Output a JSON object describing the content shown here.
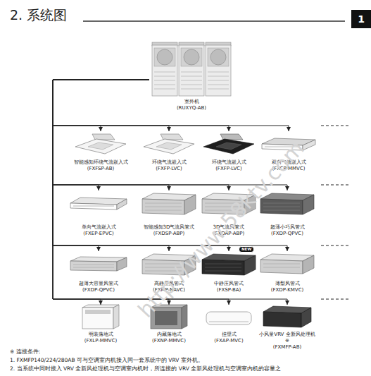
{
  "diagram": {
    "title": "2. 系统图",
    "nodes": [
      {
        "text": [
          "室外机",
          "(RUXYQ-AB)"
        ]
      },
      {
        "text": [
          "智能感知环绕气流嵌入式",
          "(FXFSP-AB)"
        ]
      },
      {
        "text": [
          "环绕气流嵌入式",
          "(FXFP-LVC)"
        ]
      },
      {
        "text": [
          "环绕气流嵌入式",
          "(FXFP-LVC)"
        ]
      },
      {
        "text": [
          "双向气流嵌入式",
          "(FXCP-MMVC)"
        ]
      },
      {
        "text": [
          "单向气流嵌入式",
          "(FXEP-EPVC)"
        ]
      },
      {
        "text": [
          "智能感知3D气流风管式",
          "(FXDSP-ABP)"
        ]
      },
      {
        "text": [
          "3D气流风管式",
          "(FXDAP-ABP)"
        ]
      },
      {
        "text": [
          "超薄小巧风管式",
          "(FXDP-QPVC)"
        ]
      },
      {
        "text": [
          "超薄大容量风管式",
          "(FXDP-QPVC)"
        ]
      },
      {
        "text": [
          "高静压风管式",
          "(FXMP-NAVC)"
        ]
      },
      {
        "text": [
          "中静压风管式",
          "(FXSP-BA)"
        ]
      },
      {
        "text": [
          "薄型风管式",
          "(FXDP-KMVC)"
        ]
      },
      {
        "text": [
          "明装落地式",
          "(FXLP-MMVC)"
        ]
      },
      {
        "text": [
          "内藏落地式",
          "(FXNP-MMVC)"
        ]
      },
      {
        "text": [
          "挂壁式",
          "(FXAP-MVC)"
        ]
      },
      {
        "text": [
          "小风量VRV 全新风处理机※",
          "(FXMFP-AB)"
        ]
      }
    ],
    "edges": [
      {
        "from": 0,
        "to": 1,
        "arrow": "to"
      },
      {
        "from": 0,
        "to": 2,
        "arrow": "to"
      },
      {
        "from": 0,
        "to": 3,
        "arrow": "to"
      },
      {
        "from": 0,
        "to": 4,
        "arrow": "to"
      },
      {
        "from": 0,
        "to": 5,
        "arrow": "to"
      },
      {
        "from": 0,
        "to": 6,
        "arrow": "to"
      },
      {
        "from": 0,
        "to": 7,
        "arrow": "to"
      },
      {
        "from": 0,
        "to": 8,
        "arrow": "to"
      },
      {
        "from": 0,
        "to": 9,
        "arrow": "to"
      },
      {
        "from": 0,
        "to": 10,
        "arrow": "to"
      },
      {
        "from": 0,
        "to": 11,
        "arrow": "to"
      },
      {
        "from": 0,
        "to": 12,
        "arrow": "to"
      },
      {
        "from": 0,
        "to": 13,
        "arrow": "to"
      },
      {
        "from": 0,
        "to": 14,
        "arrow": "to"
      },
      {
        "from": 0,
        "to": 15,
        "arrow": "to"
      },
      {
        "from": 0,
        "to": 16,
        "arrow": "to"
      }
    ],
    "labels": [
      "1",
      "NEW",
      "※ 连接条件:",
      "1. FXMFP140/224/280AB 可与空调室内机接入同一套系统中的 VRV 室外机。",
      "2. 当系统中同时接入 VRV 全新风处理机与空调室内机时，所连接的 VRV 全新风处理机与空调室内机的容量之",
      "http://www.58ktv.com"
    ]
  }
}
